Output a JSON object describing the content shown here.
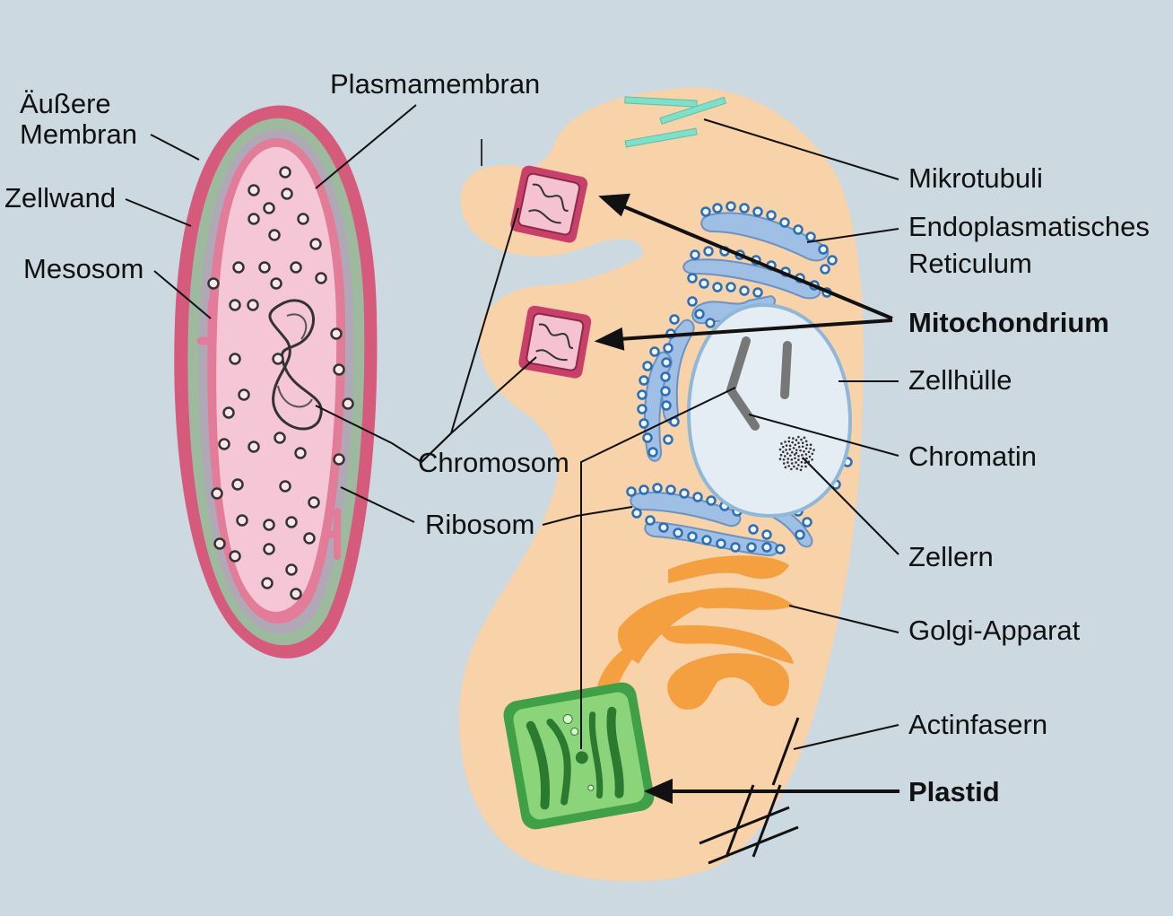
{
  "labels": {
    "outer_membrane_line1": "Äußere",
    "outer_membrane_line2": "Membran",
    "plasma_membrane": "Plasmamembran",
    "cell_wall": "Zellwand",
    "mesosome": "Mesosom",
    "chromosome": "Chromosom",
    "ribosome": "Ribosom",
    "microtubules": "Mikrotubuli",
    "er_line1": "Endoplasmatisches",
    "er_line2": "Reticulum",
    "mitochondrion": "Mitochondrium",
    "cell_envelope": "Zellhülle",
    "chromatin": "Chromatin",
    "nucleus": "Zellern",
    "golgi": "Golgi-Apparat",
    "actin": "Actinfasern",
    "plastid": "Plastid"
  },
  "colors": {
    "background": "#ccd9e0",
    "prokaryote_wall": "#d65a7c",
    "prokaryote_cytoplasm": "#f5c6d6",
    "eukaryote_cytoplasm": "#f8d2a8",
    "mitochondrion": "#c8406a",
    "er": "#9fc0e4",
    "ribosome_dot": "#2a6fb8",
    "nucleus": "#e4ecf4",
    "golgi": "#f5a040",
    "plastid": "#3fa048",
    "microtubule": "#7ee0c8"
  }
}
